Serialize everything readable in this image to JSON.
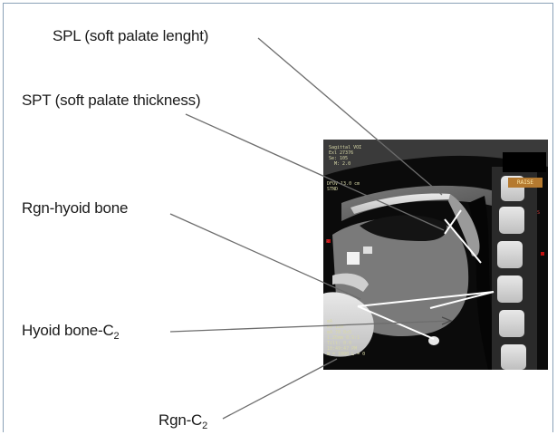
{
  "labels": {
    "spl": "SPL (soft palate lenght)",
    "spt": "SPT (soft palate thickness)",
    "rgn_hyoid": "Rgn-hyoid bone",
    "hyoid_c2_prefix": "Hyoid bone-C",
    "rgn_c2_prefix": "Rgn-C",
    "subscript": "2"
  },
  "scan": {
    "header_text": "Sagittal VOI\nExl 27376\nSe: 105\n  M: 2.0",
    "fov_text": "DFOV 13.0 cm\nSTND",
    "footer_text": "mA\nkV 120\nmA 78 0x5\n1.25mm 0.5:1\nTilt: 0.0\n10:49:47 PM\nW = 1000 L = 0",
    "tag_text": "RAISE",
    "markers": [
      "S",
      "R"
    ]
  },
  "colors": {
    "leader_line": "#6d6d6d",
    "frame": "#8aa1b7",
    "measure_line": "#ffffff",
    "text": "#1a1a1a"
  }
}
